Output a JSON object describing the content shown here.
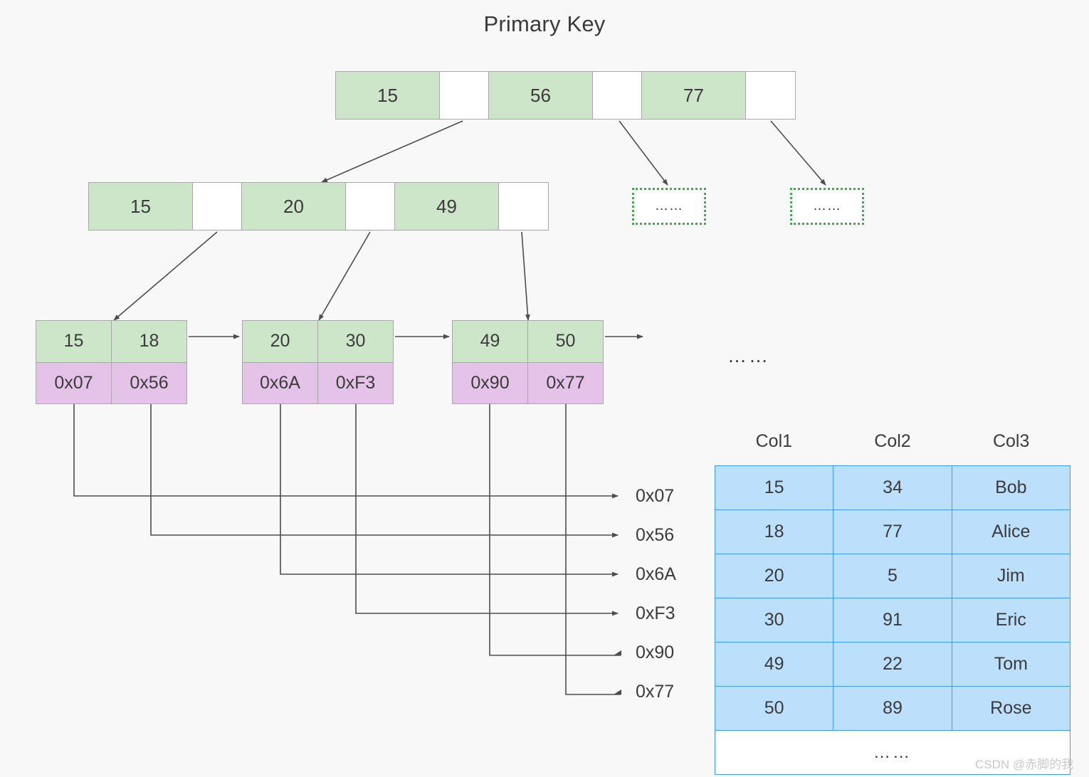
{
  "title": "Primary Key",
  "root_node": {
    "cells": [
      {
        "type": "key",
        "label": "15"
      },
      {
        "type": "ptr",
        "label": ""
      },
      {
        "type": "key",
        "label": "56"
      },
      {
        "type": "ptr",
        "label": ""
      },
      {
        "type": "key",
        "label": "77"
      },
      {
        "type": "ptr",
        "label": ""
      }
    ]
  },
  "internal_node": {
    "cells": [
      {
        "type": "key",
        "label": "15"
      },
      {
        "type": "ptr",
        "label": ""
      },
      {
        "type": "key",
        "label": "20"
      },
      {
        "type": "ptr",
        "label": ""
      },
      {
        "type": "key",
        "label": "49"
      },
      {
        "type": "ptr",
        "label": ""
      }
    ]
  },
  "placeholder_boxes": [
    {
      "label": "……"
    },
    {
      "label": "……"
    }
  ],
  "leaf_nodes": [
    {
      "keys": [
        "15",
        "18"
      ],
      "addresses": [
        "0x07",
        "0x56"
      ]
    },
    {
      "keys": [
        "20",
        "30"
      ],
      "addresses": [
        "0x6A",
        "0xF3"
      ]
    },
    {
      "keys": [
        "49",
        "50"
      ],
      "addresses": [
        "0x90",
        "0x77"
      ]
    }
  ],
  "leaf_ellipsis": "……",
  "address_labels": [
    {
      "label": "0x07"
    },
    {
      "label": "0x56"
    },
    {
      "label": "0x6A"
    },
    {
      "label": "0xF3"
    },
    {
      "label": "0x90"
    },
    {
      "label": "0x77"
    }
  ],
  "data_table": {
    "headers": [
      "Col1",
      "Col2",
      "Col3"
    ],
    "rows": [
      [
        "15",
        "34",
        "Bob"
      ],
      [
        "18",
        "77",
        "Alice"
      ],
      [
        "20",
        "5",
        "Jim"
      ],
      [
        "30",
        "91",
        "Eric"
      ],
      [
        "49",
        "22",
        "Tom"
      ],
      [
        "50",
        "89",
        "Rose"
      ]
    ],
    "more_row": "……"
  },
  "watermark": "CSDN @赤脚的我",
  "colors": {
    "key_fill": "#cde5c8",
    "address_fill": "#e5c3e8",
    "table_fill": "#bcdffb",
    "table_border": "#3c9ef0",
    "dotted_border": "#3faa4e",
    "line": "#4d4d4d",
    "background": "#f8f8f8"
  }
}
